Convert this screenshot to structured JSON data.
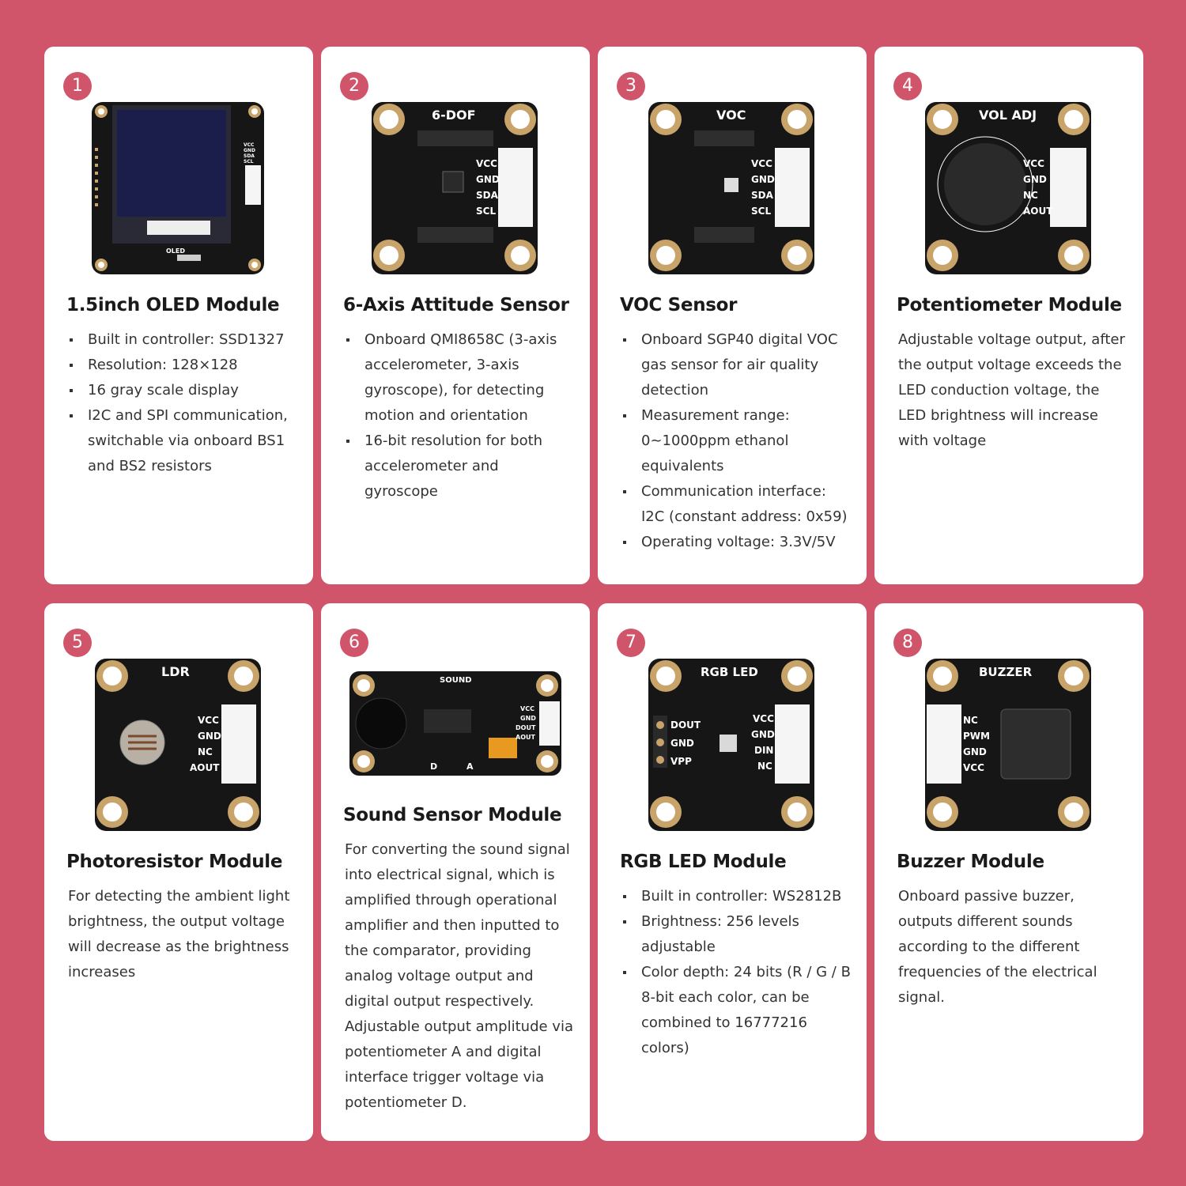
{
  "modules": [
    {
      "number": "1",
      "board_label": "OLED",
      "pins": [
        "VCC",
        "GND",
        "SDA",
        "SCL"
      ],
      "title": "1.5inch OLED Module",
      "bullets": [
        "Built in controller: SSD1327",
        "Resolution: 128×128",
        "16 gray scale display",
        "I2C and SPI communication, switchable via onboard BS1 and BS2 resistors"
      ]
    },
    {
      "number": "2",
      "board_label": "6-DOF",
      "pins": [
        "VCC",
        "GND",
        "SDA",
        "SCL"
      ],
      "title": "6-Axis Attitude Sensor",
      "bullets": [
        "Onboard QMI8658C (3-axis accelerometer, 3-axis gyroscope), for detecting motion and orientation",
        "16-bit resolution for both accelerometer and gyroscope"
      ]
    },
    {
      "number": "3",
      "board_label": "VOC",
      "pins": [
        "VCC",
        "GND",
        "SDA",
        "SCL"
      ],
      "title": "VOC Sensor",
      "bullets": [
        "Onboard SGP40 digital VOC gas sensor for air quality detection",
        "Measurement range: 0~1000ppm ethanol equivalents",
        "Communication interface: I2C (constant address: 0x59)",
        "Operating voltage: 3.3V/5V"
      ]
    },
    {
      "number": "4",
      "board_label": "VOL ADJ",
      "pins": [
        "VCC",
        "GND",
        "NC",
        "AOUT"
      ],
      "title": "Potentiometer Module",
      "description": "Adjustable voltage output, after the output voltage exceeds the LED conduction voltage, the LED brightness will increase with voltage"
    },
    {
      "number": "5",
      "board_label": "LDR",
      "pins": [
        "VCC",
        "GND",
        "NC",
        "AOUT"
      ],
      "title": "Photoresistor Module",
      "description": "For detecting the ambient light brightness, the output voltage will decrease as the brightness increases"
    },
    {
      "number": "6",
      "board_label": "SOUND",
      "pins": [
        "VCC",
        "GND",
        "DOUT",
        "AOUT"
      ],
      "pot_labels": [
        "D",
        "A"
      ],
      "title": "Sound Sensor Module",
      "description": "For converting the sound signal into electrical signal, which is amplified through operational amplifier and then inputted to the comparator, providing analog voltage output and digital output respectively. Adjustable output amplitude via potentiometer A and digital interface trigger voltage via potentiometer D."
    },
    {
      "number": "7",
      "board_label": "RGB LED",
      "pins": [
        "VCC",
        "GND",
        "DIN",
        "NC"
      ],
      "pins_left": [
        "DOUT",
        "GND",
        "VPP"
      ],
      "title": "RGB LED Module",
      "bullets": [
        "Built in controller: WS2812B",
        "Brightness: 256 levels adjustable",
        "Color depth: 24 bits (R / G / B 8-bit each color, can be combined to 16777216 colors)"
      ]
    },
    {
      "number": "8",
      "board_label": "BUZZER",
      "pins": [
        "NC",
        "PWM",
        "GND",
        "VCC"
      ],
      "title": "Buzzer Module",
      "description": "Onboard passive buzzer, outputs different sounds according to the different frequencies of the electrical signal."
    }
  ],
  "colors": {
    "background": "#d0556a",
    "card": "#ffffff",
    "pcb": "#161616",
    "pad": "#c9a46a"
  }
}
